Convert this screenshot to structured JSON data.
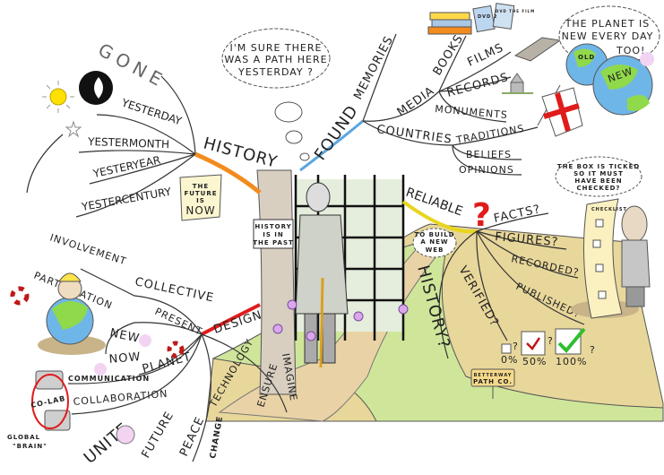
{
  "title_words": {
    "gone": "GONE",
    "history": "HISTORY",
    "found": "FOUND",
    "reliable": "RELIABLE",
    "design": "DESIGN"
  },
  "past": {
    "items": [
      "YESTERDAY",
      "YESTERMONTH",
      "YESTERYEAR",
      "YESTERCENTURY"
    ],
    "scroll": [
      "THE",
      "FUTURE",
      "IS",
      "NOW"
    ]
  },
  "thought_bubble": [
    "I'M SURE THERE",
    "WAS A PATH HERE",
    "YESTERDAY ?"
  ],
  "tree_sign": [
    "HISTORY",
    "IS IN",
    "THE PAST"
  ],
  "found_branch": {
    "memories": "MEMORIES",
    "media": "MEDIA",
    "media_items": [
      "BOOKS",
      "FILMS",
      "RECORDS",
      "MONUMENTS"
    ],
    "countries": "COUNTRIES",
    "country_items": [
      "TRADITIONS",
      "BELIEFS",
      "OPINIONS"
    ],
    "dvd_labels": [
      "DVD 2",
      "DVD THE FILM"
    ]
  },
  "planet_bubble": [
    "THE PLANET IS",
    "NEW EVERY DAY",
    "TOO!"
  ],
  "globe_labels": {
    "old": "OLD",
    "new": "NEW"
  },
  "reliable_branch": {
    "qmark": "?",
    "items": [
      "FACTS?",
      "FIGURES?",
      "RECORDED?",
      "PUBLISHED?",
      "VERIFIED?",
      "HISTORY?"
    ]
  },
  "web_bubble": [
    "TO BUILD",
    "A NEW",
    "WEB"
  ],
  "checked_bubble": [
    "THE BOX IS TICKED",
    "SO IT MUST",
    "HAVE BEEN",
    "CHECKED?"
  ],
  "scroll_title": "CHECKLIST",
  "checkboxes": [
    {
      "label": "0%",
      "q": "?"
    },
    {
      "label": "50%",
      "q": "?"
    },
    {
      "label": "100%",
      "q": "?"
    }
  ],
  "path_sign": [
    "BETTERWAY",
    "PATH CO."
  ],
  "design_branch": {
    "involvement": "INVOLVEMENT",
    "participation": "PARTICIPATION",
    "collective": "COLLECTIVE",
    "present": "PRESENT",
    "new": "NEW",
    "now": "NOW",
    "planet": "PLANET",
    "communication": "COMMUNICATION",
    "collaboration": "COLLABORATION",
    "technology": "TECHNOLOGY",
    "ensure": "ENSURE",
    "imagine": "IMAGINE",
    "unite": "UNITE",
    "future": "FUTURE",
    "peace": "PEACE",
    "change": "CHANGE",
    "colab": "CO-LAB",
    "global_brain": [
      "GLOBAL",
      "\"BRAIN\""
    ]
  },
  "colors": {
    "history_branch": "#f28c1e",
    "found_branch": "#5aa6e0",
    "reliable_branch": "#e8d51e",
    "design_branch": "#e01b1b",
    "grass": "#cfe69a",
    "path": "#e6cf9a",
    "earth_blue": "#6fb6e8",
    "earth_green": "#8fd94a"
  }
}
